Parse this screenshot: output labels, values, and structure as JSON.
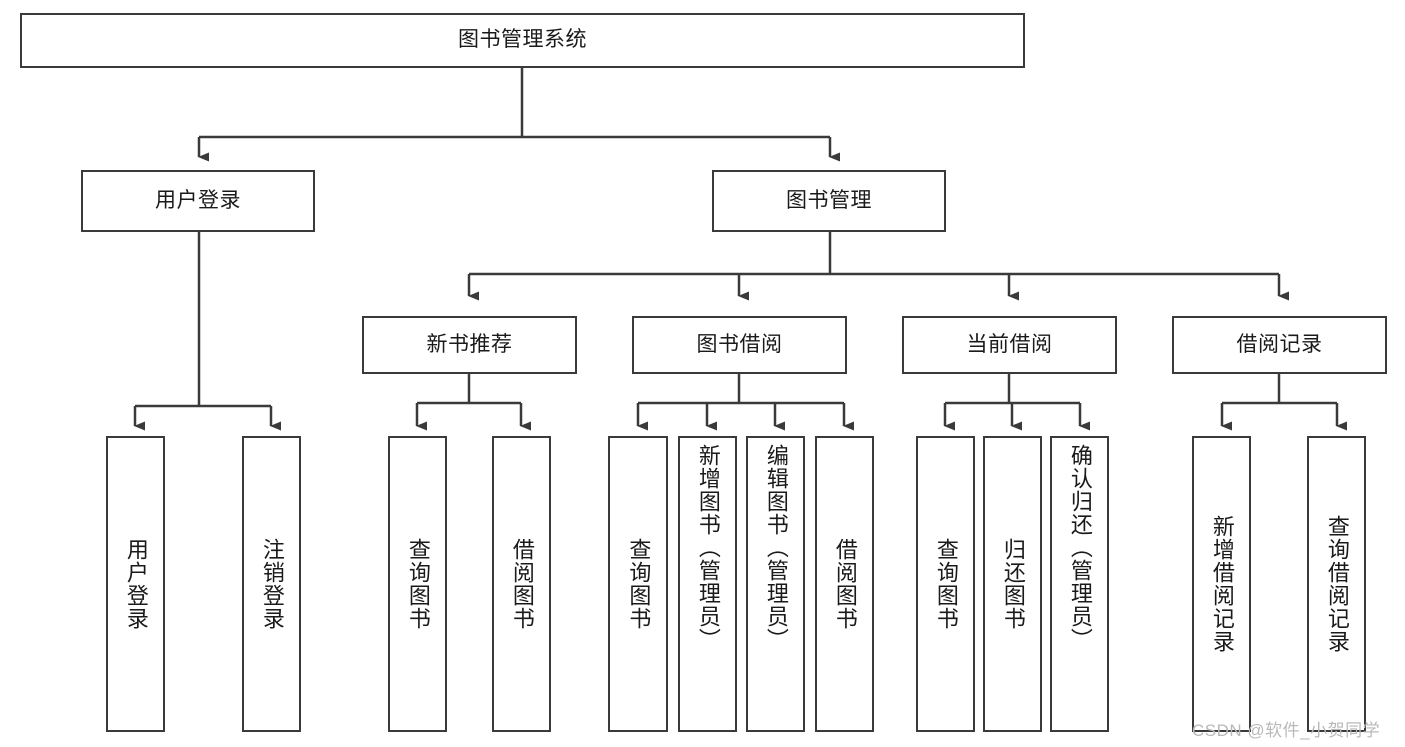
{
  "diagram": {
    "title": "图书管理系统",
    "watermark": "CSDN @软件_小贺同学",
    "line_color": "#3a3a3a",
    "background_color": "#ffffff",
    "text_color": "#1a1a1a",
    "root": {
      "label": "图书管理系统"
    },
    "level1": [
      {
        "label": "用户登录"
      },
      {
        "label": "图书管理"
      }
    ],
    "level2": [
      {
        "label": "新书推荐"
      },
      {
        "label": "图书借阅"
      },
      {
        "label": "当前借阅"
      },
      {
        "label": "借阅记录"
      }
    ],
    "leaves": {
      "user_login": [
        {
          "label": "用户登录"
        },
        {
          "label": "注销登录"
        }
      ],
      "new_book_recommend": [
        {
          "label": "查询图书"
        },
        {
          "label": "借阅图书"
        }
      ],
      "book_borrow": [
        {
          "label": "查询图书"
        },
        {
          "label": "新增图书（管理员）"
        },
        {
          "label": "编辑图书（管理员）"
        },
        {
          "label": "借阅图书"
        }
      ],
      "current_borrow": [
        {
          "label": "查询图书"
        },
        {
          "label": "归还图书"
        },
        {
          "label": "确认归还（管理员）"
        }
      ],
      "borrow_record": [
        {
          "label": "新增借阅记录"
        },
        {
          "label": "查询借阅记录"
        }
      ]
    }
  }
}
